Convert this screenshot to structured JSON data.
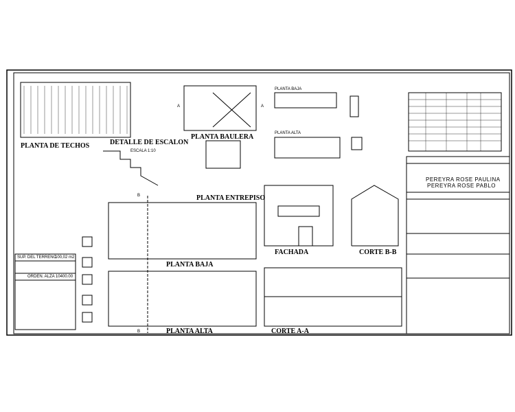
{
  "titles": {
    "planta_techos": "PLANTA DE TECHOS",
    "detalle_escalon": "DETALLE DE ESCALON",
    "escala": "ESCALA 1:10",
    "planta_baulera": "PLANTA BAULERA",
    "planta_entrepiso": "PLANTA ENTREPISO",
    "planta_baja": "PLANTA BAJA",
    "planta_alta": "PLANTA ALTA",
    "fachada": "FACHADA",
    "corte_bb": "CORTE B-B",
    "corte_aa": "CORTE A-A",
    "mini_planta_baja": "PLANTA BAJA",
    "mini_planta_alta": "PLANTA ALTA"
  },
  "title_block": {
    "owner1": "PEREYRA ROSE PAULINA",
    "owner2": "PEREYRA ROSE PABLO"
  },
  "surface_table": {
    "sup_terreno_label": "SUP. DEL TERRENO",
    "sup_terreno_value": "100,02 m2",
    "orden_label": "ORDEN. ALZA 10400.00"
  },
  "section_markers": [
    "A",
    "A",
    "B",
    "B"
  ]
}
